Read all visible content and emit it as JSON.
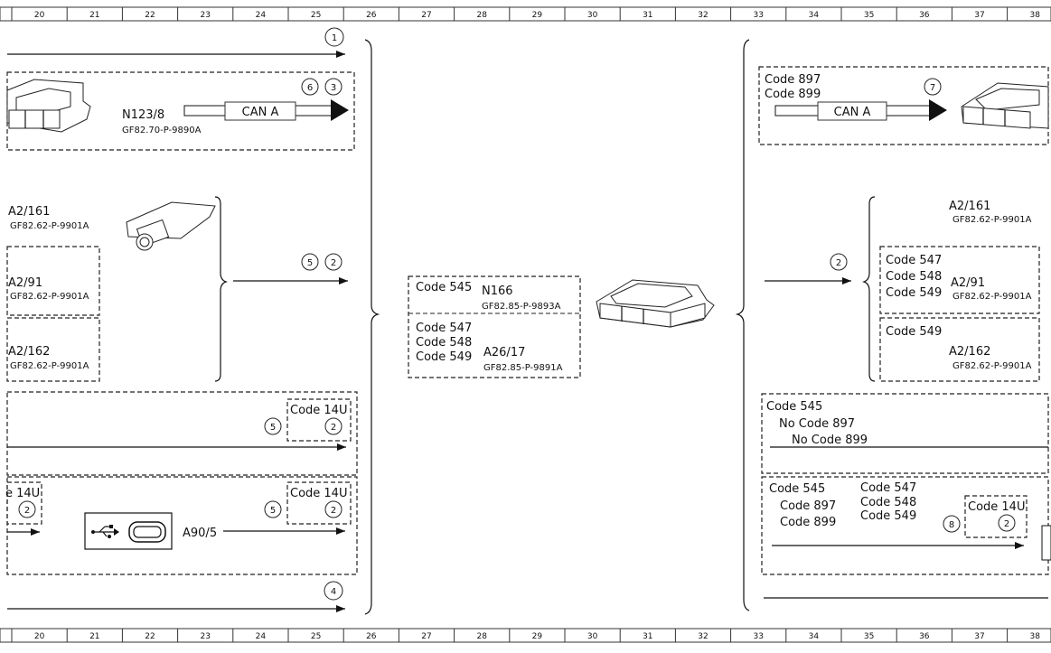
{
  "ruler": {
    "columns": [
      "20",
      "21",
      "22",
      "23",
      "24",
      "25",
      "26",
      "27",
      "28",
      "29",
      "30",
      "31",
      "32",
      "33",
      "34",
      "35",
      "36",
      "37",
      "38"
    ]
  },
  "left": {
    "markers": {
      "m1": "1",
      "m6": "6",
      "m3": "3",
      "m5a": "5",
      "m2a": "2",
      "m5b": "5",
      "m2b": "2",
      "m2c": "2",
      "m5c": "5",
      "m2d": "2",
      "m4": "4"
    },
    "n123": {
      "name": "N123/8",
      "ref": "GF82.70-P-9890A",
      "bus": "CAN A"
    },
    "a2_161": {
      "name": "A2/161",
      "ref": "GF82.62-P-9901A"
    },
    "a2_91": {
      "name": "A2/91",
      "ref": "GF82.62-P-9901A"
    },
    "a2_162": {
      "name": "A2/162",
      "ref": "GF82.62-P-9901A"
    },
    "code14u_a": "Code 14U",
    "code14u_b": "Code 14U",
    "code14u_partial": "e 14U",
    "a90": "A90/5"
  },
  "center": {
    "code545": "Code 545",
    "n166": {
      "name": "N166",
      "ref": "GF82.85-P-9893A"
    },
    "codes": [
      "Code 547",
      "Code 548",
      "Code 549"
    ],
    "a26": {
      "name": "A26/17",
      "ref": "GF82.85-P-9891A"
    }
  },
  "right": {
    "codes_top": [
      "Code 897",
      "Code 899"
    ],
    "m7": "7",
    "bus": "CAN A",
    "a2_161": {
      "name": "A2/161",
      "ref": "GF82.62-P-9901A"
    },
    "m2a": "2",
    "codes_mid": [
      "Code 547",
      "Code 548",
      "Code 549"
    ],
    "a2_91": {
      "name": "A2/91",
      "ref": "GF82.62-P-9901A"
    },
    "code549": "Code 549",
    "a2_162": {
      "name": "A2/162",
      "ref": "GF82.62-P-9901A"
    },
    "cond1": [
      "Code 545",
      "No Code 897",
      "No Code 899"
    ],
    "cond2_a": [
      "Code 545",
      "Code 897",
      "Code 899"
    ],
    "cond2_b": [
      "Code 547",
      "Code 548",
      "Code 549"
    ],
    "m8": "8",
    "code14u": "Code 14U",
    "m2b": "2"
  }
}
